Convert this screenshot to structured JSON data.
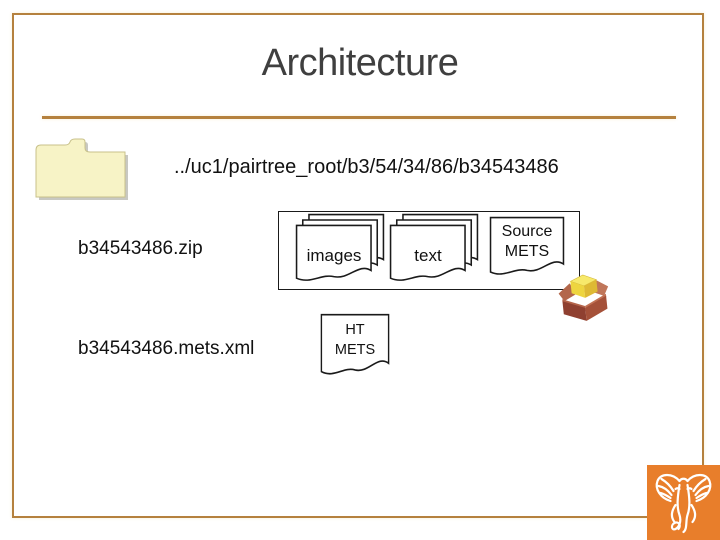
{
  "slide": {
    "title": "Architecture",
    "path": "../uc1/pairtree_root/b3/54/34/86/b34543486",
    "zip": {
      "label": "b34543486.zip"
    },
    "mets": {
      "label": "b34543486.mets.xml"
    },
    "package": {
      "images_label": "images",
      "text_label": "text",
      "source_mets": {
        "line1": "Source",
        "line2": "METS"
      }
    },
    "ht_mets": {
      "line1": "HT",
      "line2": "METS"
    },
    "icons": {
      "folder": "folder-icon",
      "package_box": "open-cardboard-box-icon",
      "logo": "hathitrust-elephant-logo"
    },
    "colors": {
      "frame_border": "#B5813E",
      "title_text": "#3F3F3F",
      "folder_fill": "#F7F3C6",
      "logo_orange": "#E87E2B",
      "box_brown": "#94422E",
      "box_yellow": "#F0DB4E"
    }
  }
}
